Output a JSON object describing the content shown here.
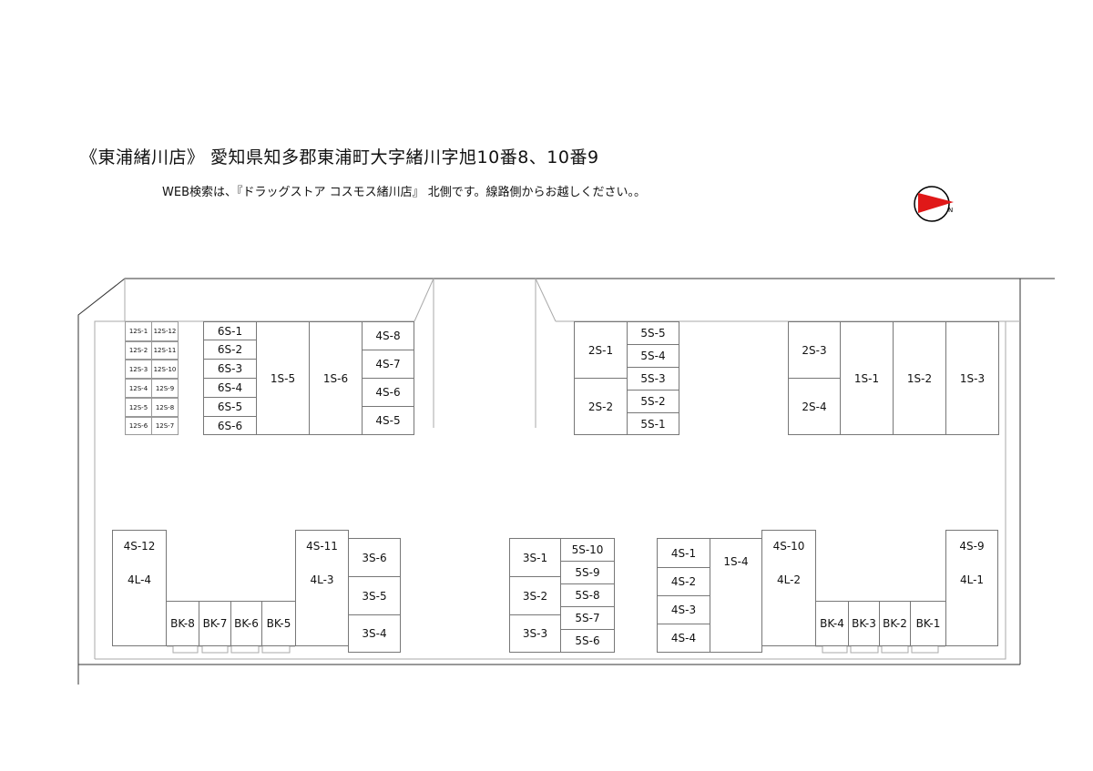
{
  "title": "《東浦緒川店》 愛知県知多郡東浦町大字緒川字旭10番8、10番9",
  "subtitle": "WEB検索は、『ドラッグストア コスモス緒川店』 北側です。線路側からお越しください。。",
  "compass": {
    "letter": "N",
    "arrow_color": "#e01818"
  },
  "units": {
    "s12_1": "12S-1",
    "s12_2": "12S-2",
    "s12_3": "12S-3",
    "s12_4": "12S-4",
    "s12_5": "12S-5",
    "s12_6": "12S-6",
    "s12_7": "12S-7",
    "s12_8": "12S-8",
    "s12_9": "12S-9",
    "s12_10": "12S-10",
    "s12_11": "12S-11",
    "s12_12": "12S-12",
    "s6_1": "6S-1",
    "s6_2": "6S-2",
    "s6_3": "6S-3",
    "s6_4": "6S-4",
    "s6_5": "6S-5",
    "s6_6": "6S-6",
    "s1_1": "1S-1",
    "s1_2": "1S-2",
    "s1_3": "1S-3",
    "s1_4": "1S-4",
    "s1_5": "1S-5",
    "s1_6": "1S-6",
    "s2_1": "2S-1",
    "s2_2": "2S-2",
    "s2_3": "2S-3",
    "s2_4": "2S-4",
    "s3_1": "3S-1",
    "s3_2": "3S-2",
    "s3_3": "3S-3",
    "s3_4": "3S-4",
    "s3_5": "3S-5",
    "s3_6": "3S-6",
    "s4_1": "4S-1",
    "s4_2": "4S-2",
    "s4_3": "4S-3",
    "s4_4": "4S-4",
    "s4_5": "4S-5",
    "s4_6": "4S-6",
    "s4_7": "4S-7",
    "s4_8": "4S-8",
    "s4_9": "4S-9",
    "s4_10": "4S-10",
    "s4_11": "4S-11",
    "s4_12": "4S-12",
    "s5_1": "5S-1",
    "s5_2": "5S-2",
    "s5_3": "5S-3",
    "s5_4": "5S-4",
    "s5_5": "5S-5",
    "s5_6": "5S-6",
    "s5_7": "5S-7",
    "s5_8": "5S-8",
    "s5_9": "5S-9",
    "s5_10": "5S-10",
    "l4_1": "4L-1",
    "l4_2": "4L-2",
    "l4_3": "4L-3",
    "l4_4": "4L-4",
    "bk_1": "BK-1",
    "bk_2": "BK-2",
    "bk_3": "BK-3",
    "bk_4": "BK-4",
    "bk_5": "BK-5",
    "bk_6": "BK-6",
    "bk_7": "BK-7",
    "bk_8": "BK-8"
  }
}
